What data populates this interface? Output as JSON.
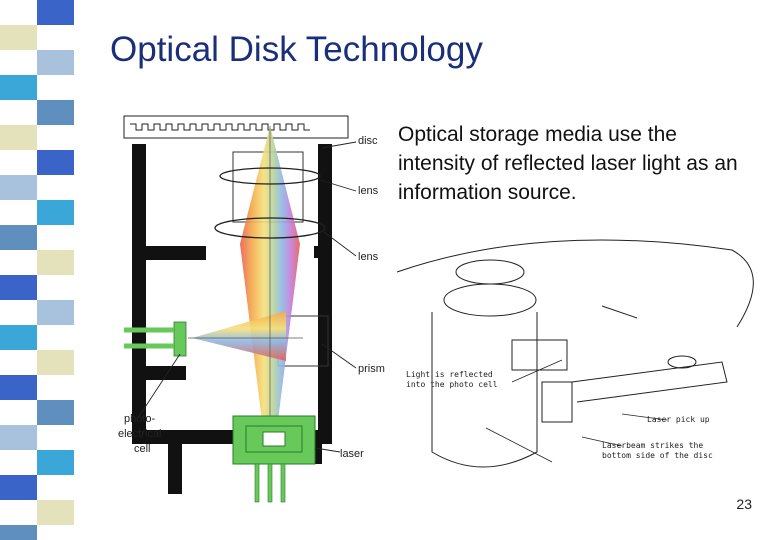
{
  "slide": {
    "title": "Optical Disk Technology",
    "body": "Optical storage media use the intensity of reflected laser light as an information source.",
    "page_number": "23"
  },
  "theme": {
    "title_color": "#1a2f7a",
    "sidebar_colors": [
      "#3a64c8",
      "#e3e2bb",
      "#a8c2de",
      "#3aa7d8",
      "#5f8fbf",
      "#e3e2bb",
      "#3a64c8",
      "#a8c2de",
      "#3aa7d8",
      "#5f8fbf",
      "#e3e2bb",
      "#3a64c8",
      "#a8c2de",
      "#3aa7d8",
      "#e3e2bb",
      "#3a64c8",
      "#5f8fbf",
      "#a8c2de",
      "#3aa7d8",
      "#3a64c8",
      "#e3e2bb",
      "#5f8fbf"
    ]
  },
  "left_diagram": {
    "labels": {
      "disc": "disc",
      "lens_top": "lens",
      "lens_mid": "lens",
      "prism": "prism",
      "laser": "laser",
      "photocell": [
        "photo-",
        "electrical",
        "cell"
      ]
    }
  },
  "right_diagram": {
    "labels": {
      "reflected": [
        "Light is reflected",
        "into the photo cell"
      ],
      "pickup": "Laser pick up",
      "strikes": [
        "Laserbeam strikes the",
        "bottom side of the disc"
      ]
    }
  }
}
